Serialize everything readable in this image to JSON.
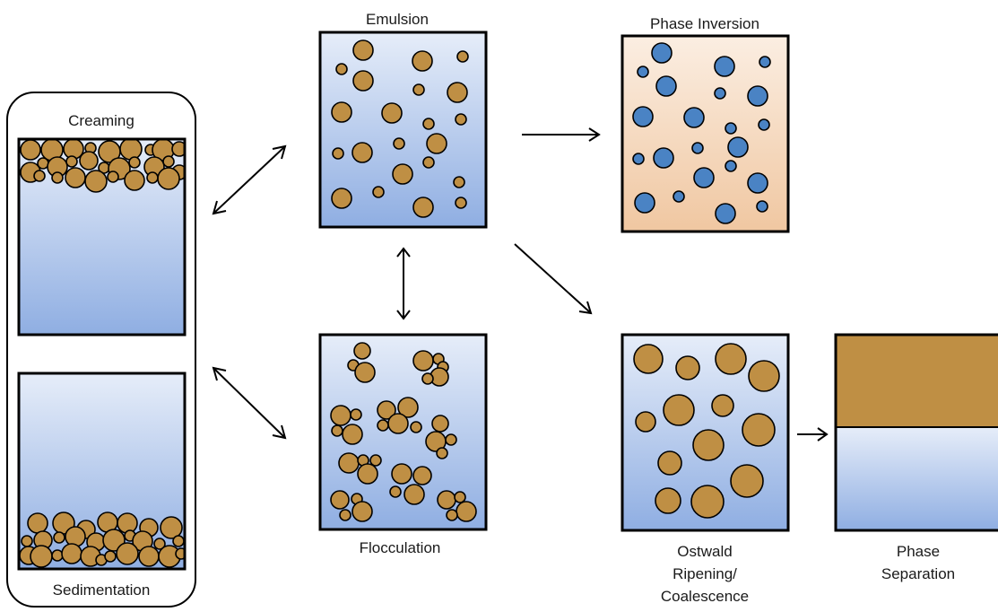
{
  "diagram": {
    "labels": {
      "creaming": "Creaming",
      "sedimentation": "Sedimentation",
      "emulsion": "Emulsion",
      "flocculation": "Flocculation",
      "phase_inversion": "Phase Inversion",
      "ostwald_line1": "Ostwald",
      "ostwald_line2": "Ripening/",
      "ostwald_line3": "Coalescence",
      "separation_line1": "Phase",
      "separation_line2": "Separation"
    },
    "colors": {
      "water_top": "#e6edf9",
      "water_bottom": "#8faee2",
      "oil_drop": "#bf8f44",
      "inverted_bg_top": "#fbeee2",
      "inverted_bg_bottom": "#f0c7a1",
      "inverted_drop": "#4a83c4",
      "oil_layer": "#bf8f44"
    }
  }
}
